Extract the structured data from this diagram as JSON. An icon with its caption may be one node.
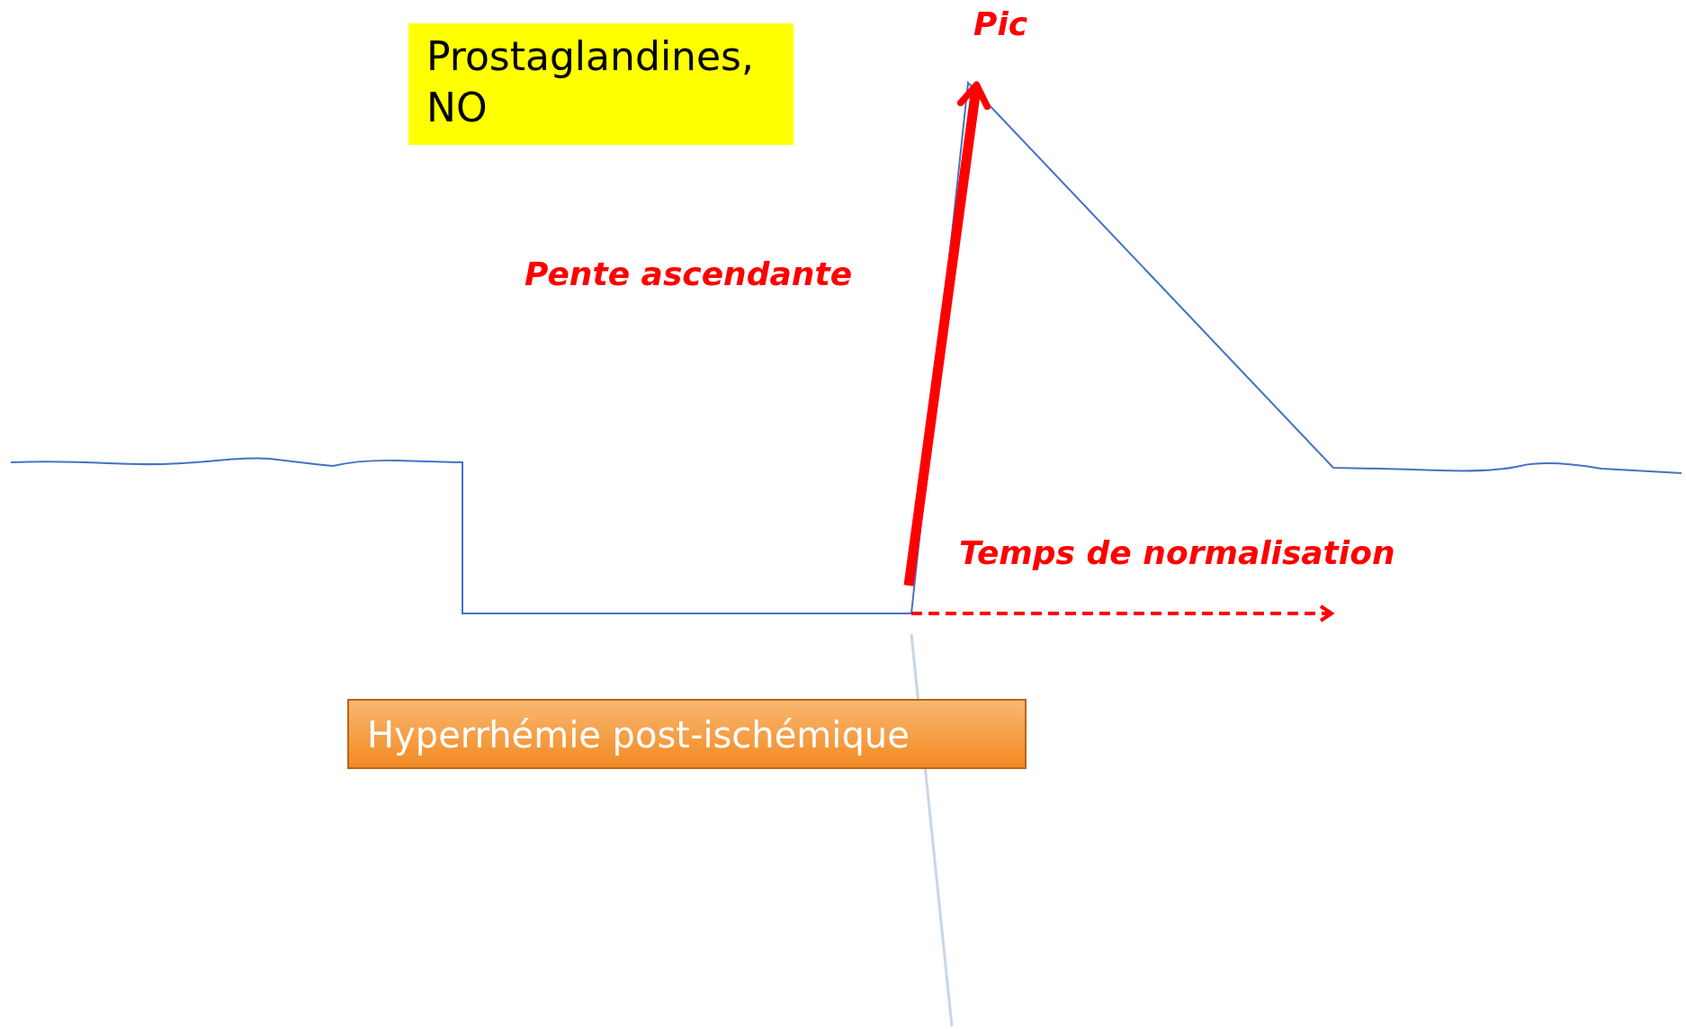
{
  "diagram": {
    "nodes": [
      {
        "text": [
          "Prostaglandines, NO"
        ]
      },
      {
        "text": [
          "Hyperrhémie post-ischémique"
        ]
      }
    ],
    "labels": [
      "Pic",
      "Pente ascendante",
      "Temps de normalisation"
    ]
  }
}
